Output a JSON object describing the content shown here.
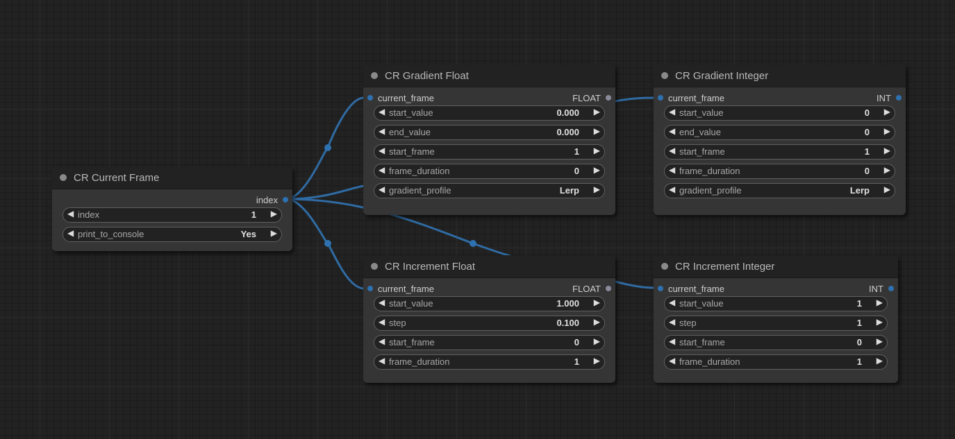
{
  "colors": {
    "link": "#2f6ba3",
    "link_dot": "#2e71b0",
    "float_dot": "#8a8a9a"
  },
  "nodes": {
    "current_frame": {
      "title": "CR Current Frame",
      "output_label": "index",
      "widgets": [
        {
          "label": "index",
          "value": "1"
        },
        {
          "label": "print_to_console",
          "value": "Yes"
        }
      ]
    },
    "gradient_float": {
      "title": "CR Gradient Float",
      "input_label": "current_frame",
      "output_label": "FLOAT",
      "widgets": [
        {
          "label": "start_value",
          "value": "0.000"
        },
        {
          "label": "end_value",
          "value": "0.000"
        },
        {
          "label": "start_frame",
          "value": "1"
        },
        {
          "label": "frame_duration",
          "value": "0"
        },
        {
          "label": "gradient_profile",
          "value": "Lerp"
        }
      ]
    },
    "gradient_integer": {
      "title": "CR Gradient Integer",
      "input_label": "current_frame",
      "output_label": "INT",
      "widgets": [
        {
          "label": "start_value",
          "value": "0"
        },
        {
          "label": "end_value",
          "value": "0"
        },
        {
          "label": "start_frame",
          "value": "1"
        },
        {
          "label": "frame_duration",
          "value": "0"
        },
        {
          "label": "gradient_profile",
          "value": "Lerp"
        }
      ]
    },
    "increment_float": {
      "title": "CR Increment Float",
      "input_label": "current_frame",
      "output_label": "FLOAT",
      "widgets": [
        {
          "label": "start_value",
          "value": "1.000"
        },
        {
          "label": "step",
          "value": "0.100"
        },
        {
          "label": "start_frame",
          "value": "0"
        },
        {
          "label": "frame_duration",
          "value": "1"
        }
      ]
    },
    "increment_integer": {
      "title": "CR Increment Integer",
      "input_label": "current_frame",
      "output_label": "INT",
      "widgets": [
        {
          "label": "start_value",
          "value": "1"
        },
        {
          "label": "step",
          "value": "1"
        },
        {
          "label": "start_frame",
          "value": "0"
        },
        {
          "label": "frame_duration",
          "value": "1"
        }
      ]
    }
  }
}
